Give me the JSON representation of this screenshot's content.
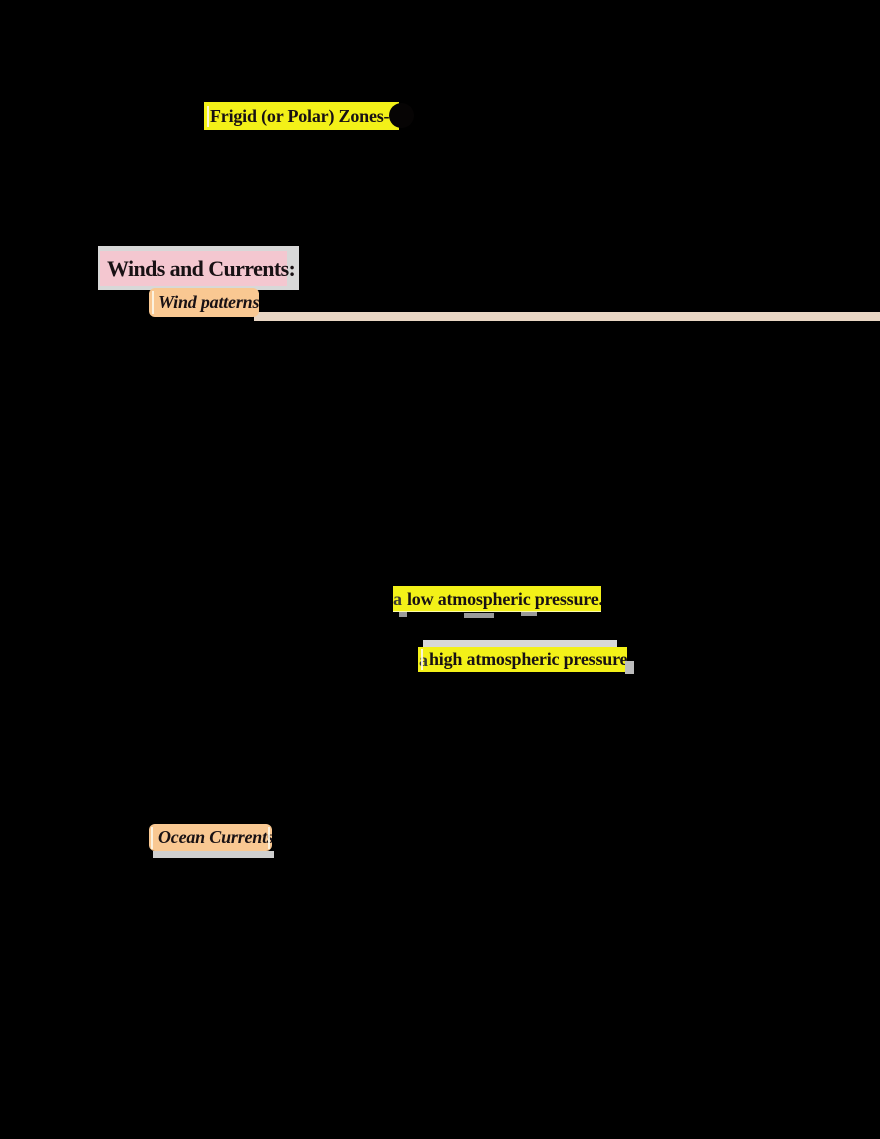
{
  "document": {
    "background_color": "#000000",
    "text_color": "#181114",
    "headings": {
      "frigid_zones": {
        "label": "Frigid (or Polar) Zones-",
        "highlight_color": "#f3f118"
      },
      "winds_and_currents": {
        "label": "Winds and Currents:",
        "highlight_color": "#f4c7d0"
      },
      "wind_patterns": {
        "label": "Wind patterns",
        "highlight_color": "#f9c892"
      },
      "ocean_currents": {
        "label": "Ocean Currents",
        "highlight_color": "#f9c892"
      }
    },
    "highlighted_phrases": {
      "low_pressure": {
        "label": "low atmospheric pressure.",
        "highlight_color": "#f3f118",
        "preceding_fragment": "a"
      },
      "high_pressure": {
        "label": "high atmospheric pressure.",
        "highlight_color": "#f3f118",
        "preceding_fragment": "a"
      }
    },
    "decor": {
      "tan_rule_color": "#e9d6c4",
      "shadow_color": "#d8d8d8",
      "redaction_dot_color": "#060404"
    }
  }
}
